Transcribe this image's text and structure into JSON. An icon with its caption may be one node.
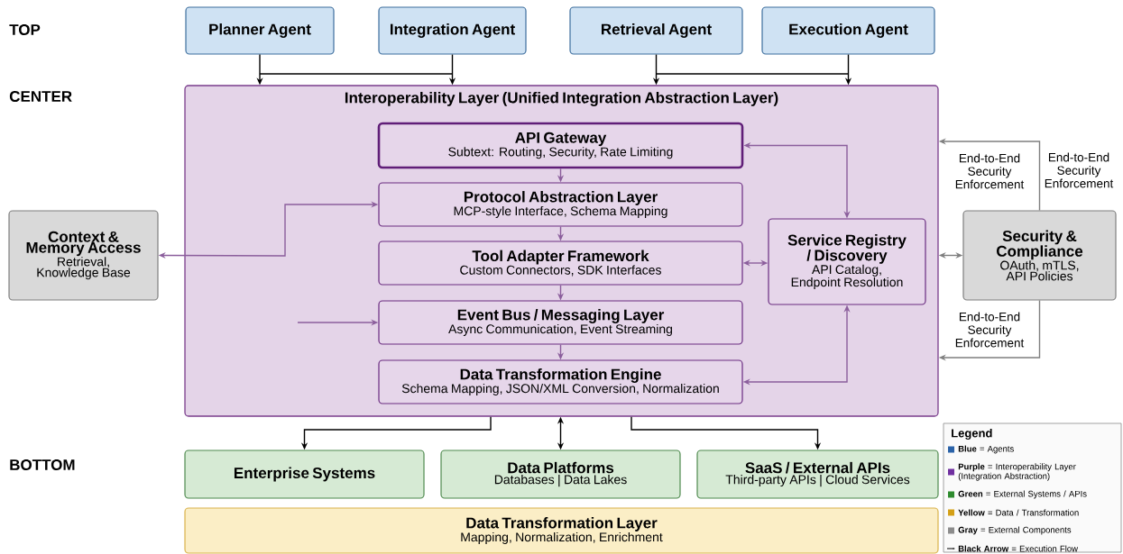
{
  "diagram": {
    "nodes": [
      {
        "text": [
          "Planner Agent"
        ]
      },
      {
        "text": [
          "Integration Agent"
        ]
      },
      {
        "text": [
          "Retrieval Agent"
        ]
      },
      {
        "text": [
          "Execution Agent"
        ]
      },
      {
        "text": [
          "Interoperability Layer (Unified Integration Abstraction Layer)"
        ]
      },
      {
        "text": [
          "API Gateway",
          "Subtext: Routing, Security, Rate Limiting"
        ],
        "in": 4
      },
      {
        "text": [
          "Protocol Abstraction Layer",
          "MCP-style Interface, Schema Mapping"
        ],
        "in": 4
      },
      {
        "text": [
          "Tool Adapter Framework",
          "Custom Connectors, SDK Interfaces"
        ],
        "in": 4
      },
      {
        "text": [
          "Event Bus / Messaging Layer",
          "Async Communication, Event Streaming"
        ],
        "in": 4
      },
      {
        "text": [
          "Data Transformation Engine",
          "Schema Mapping, JSON/XML Conversion, Normalization"
        ],
        "in": 4
      },
      {
        "text": [
          "Service Registry / Discovery",
          "API Catalog, Endpoint Resolution"
        ],
        "in": 4
      },
      {
        "text": [
          "Context & Memory Access",
          "Retrieval, Knowledge Base"
        ]
      },
      {
        "text": [
          "Security & Compliance",
          "OAuth, mTLS, API Policies"
        ]
      },
      {
        "text": [
          "Enterprise Systems"
        ]
      },
      {
        "text": [
          "Data Platforms",
          "Databases | Data Lakes"
        ]
      },
      {
        "text": [
          "SaaS / External APIs",
          "Third-party APIs | Cloud Services"
        ]
      },
      {
        "text": [
          "Data Transformation Layer",
          "Mapping, Normalization, Enrichment"
        ]
      }
    ],
    "edges": [
      {
        "from": 0,
        "to": 4,
        "arrow": "to",
        "color": "#000000"
      },
      {
        "from": 1,
        "to": 4,
        "arrow": "to",
        "color": "#000000"
      },
      {
        "from": 2,
        "to": 4,
        "arrow": "to",
        "color": "#000000"
      },
      {
        "from": 3,
        "to": 4,
        "arrow": "to",
        "color": "#000000"
      },
      {
        "from": 5,
        "to": 6,
        "arrow": "to"
      },
      {
        "from": 6,
        "to": 7,
        "arrow": "to"
      },
      {
        "from": 7,
        "to": 8,
        "arrow": "to"
      },
      {
        "from": 8,
        "to": 9,
        "arrow": "to"
      },
      {
        "from": 10,
        "to": 5,
        "arrow": "both"
      },
      {
        "from": 7,
        "to": 10,
        "arrow": "both"
      },
      {
        "from": 9,
        "to": 10,
        "arrow": "both"
      },
      {
        "from": 11,
        "to": 6,
        "arrow": "both"
      },
      {
        "from": null,
        "to": 8,
        "arrow": "to"
      },
      {
        "from": 12,
        "to": 4,
        "arrow": "to",
        "label": "End-to-End Security Enforcement",
        "color": "#7f7f7f"
      },
      {
        "from": 12,
        "to": 4,
        "arrow": "both",
        "color": "#7f7f7f"
      },
      {
        "from": 12,
        "to": 4,
        "arrow": "to",
        "label": "End-to-End Security Enforcement",
        "color": "#7f7f7f"
      },
      {
        "from": 4,
        "to": 13,
        "arrow": "to",
        "color": "#000000"
      },
      {
        "from": 4,
        "to": 14,
        "arrow": "both",
        "color": "#000000"
      },
      {
        "from": 4,
        "to": 15,
        "arrow": "to",
        "color": "#000000"
      }
    ],
    "labels": [
      "TOP",
      "CENTER",
      "BOTTOM",
      "End-to-End Security Enforcement",
      "Legend"
    ],
    "legend": [
      {
        "text": "**Blue** = Agents",
        "color": "#2a62a8"
      },
      {
        "text": "**Purple** = Interoperability Layer (Integration Abstraction)",
        "color": "#7030a0"
      },
      {
        "text": "**Green** = External Systems / APIs",
        "color": "#2e8b2e"
      },
      {
        "text": "**Yellow** = Data / Transformation",
        "color": "#d4a017"
      },
      {
        "text": "**Gray** = External Components",
        "color": "#8c8c8c"
      },
      {
        "text": "**Black Arrow** = Execution Flow"
      }
    ]
  }
}
